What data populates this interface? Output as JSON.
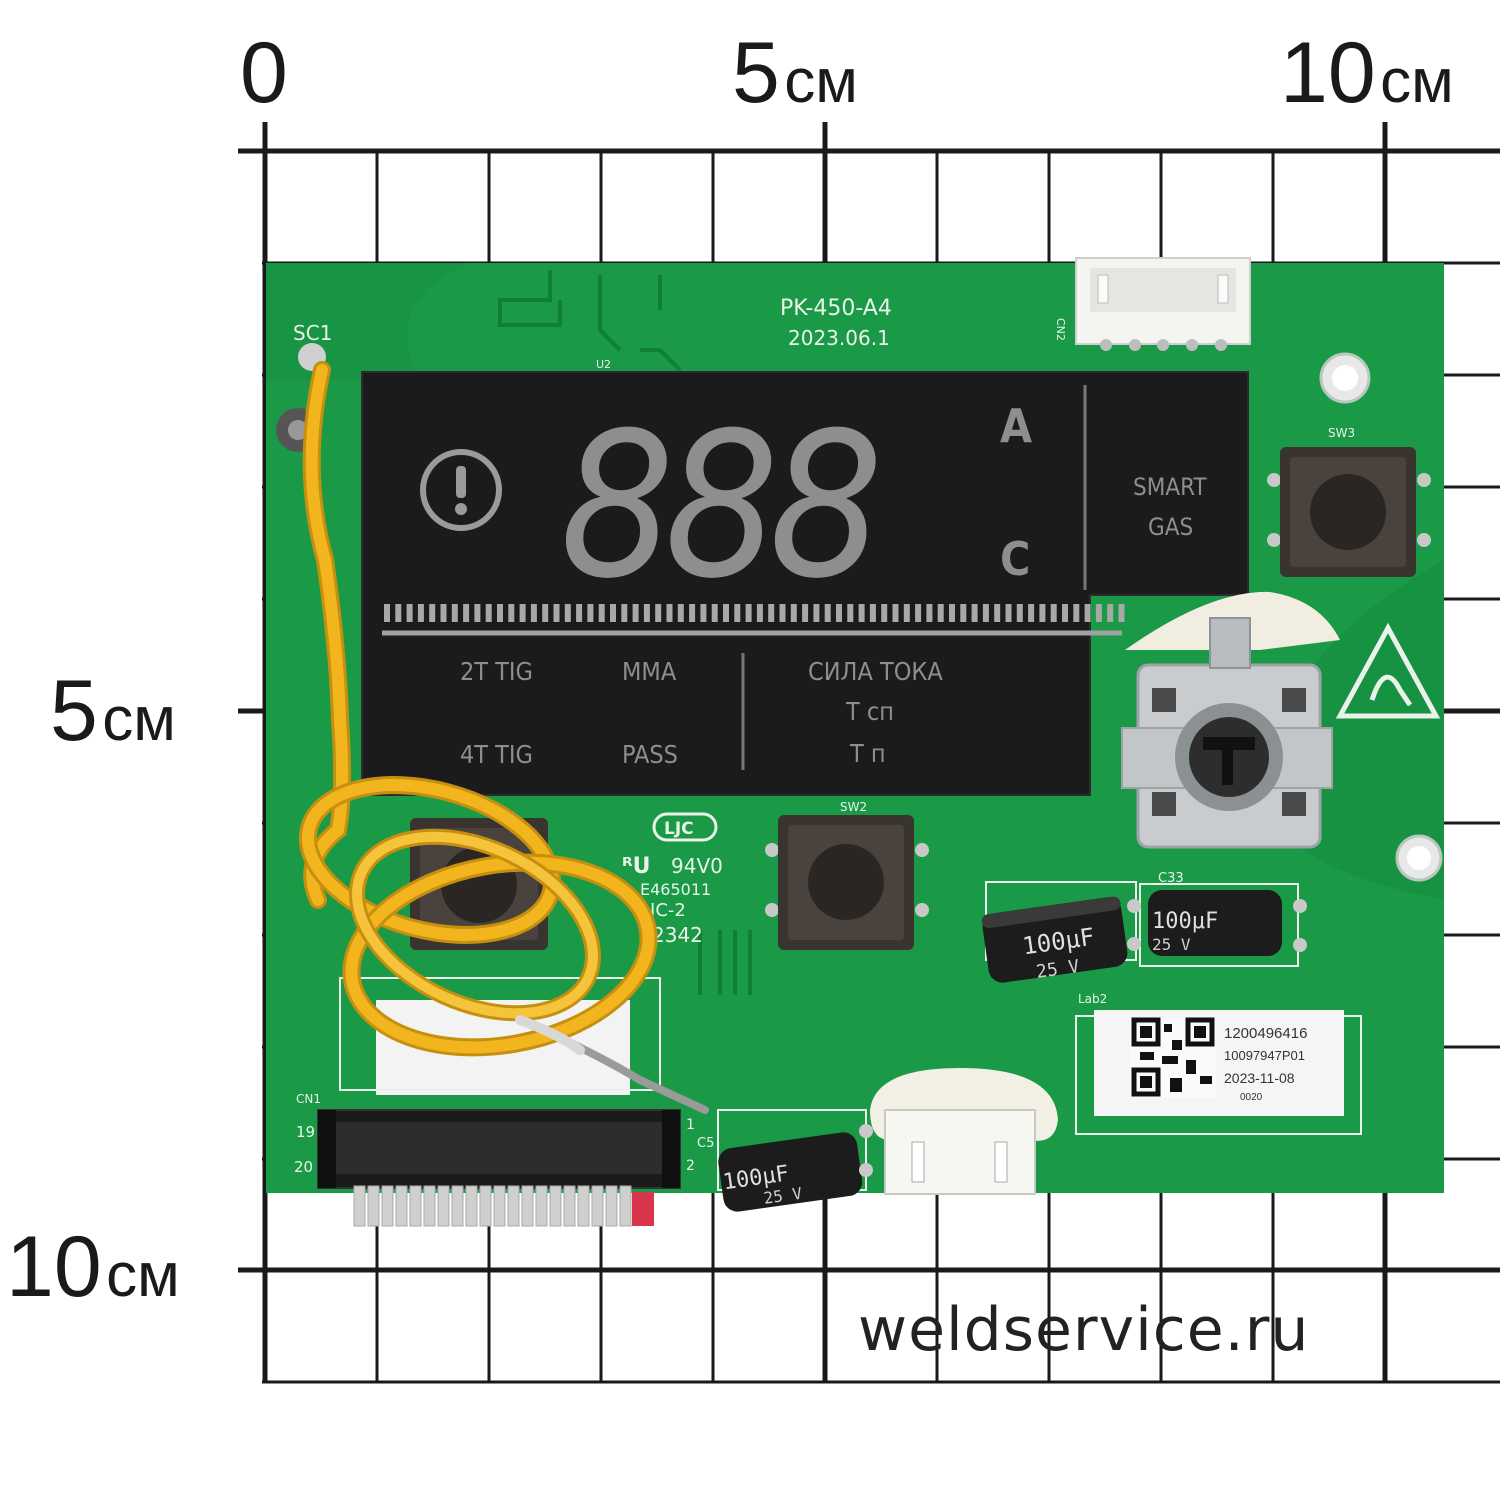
{
  "scale": {
    "top_zero": "0",
    "top_five": "5",
    "top_ten": "10",
    "left_five": "5",
    "left_ten": "10",
    "unit": "см"
  },
  "watermark": "weldservice.ru",
  "board": {
    "model": "PK-450-A4",
    "date": "2023.06.1",
    "sc1": "SC1",
    "u2": "U2",
    "cn2": "CN2",
    "sw3": "SW3",
    "sw2": "SW2",
    "c33": "C33",
    "lab2": "Lab2",
    "cn1": "CN1",
    "c5": "C5",
    "pin19": "19",
    "pin20": "20",
    "pin1": "1",
    "pin2": "2",
    "ljc": "LJC",
    "rating": "94V0",
    "e_number": "E465011",
    "ljc2": "LJC-2",
    "code": "2342"
  },
  "lcd": {
    "digits": "888",
    "unit_a": "A",
    "unit_c": "C",
    "smart": "SMART",
    "gas": "GAS",
    "mode_2t": "2T TIG",
    "mode_mma": "MMA",
    "mode_4t": "4T TIG",
    "mode_pass": "PASS",
    "current": "СИЛА ТОКА",
    "tsp": "T сп",
    "tp": "T п"
  },
  "capacitor": {
    "value": "100μF",
    "voltage": "25 V"
  },
  "sticker": {
    "line1": "1200496416",
    "line2": "10097947P01",
    "line3": "2023-11-08",
    "line4": "0020"
  },
  "colors": {
    "pcb": "#1a9a47",
    "pcb_dark": "#138a3c",
    "lcd": "#1b1b1d",
    "wire": "#f2b51e",
    "grid": "#1a1a1a"
  }
}
